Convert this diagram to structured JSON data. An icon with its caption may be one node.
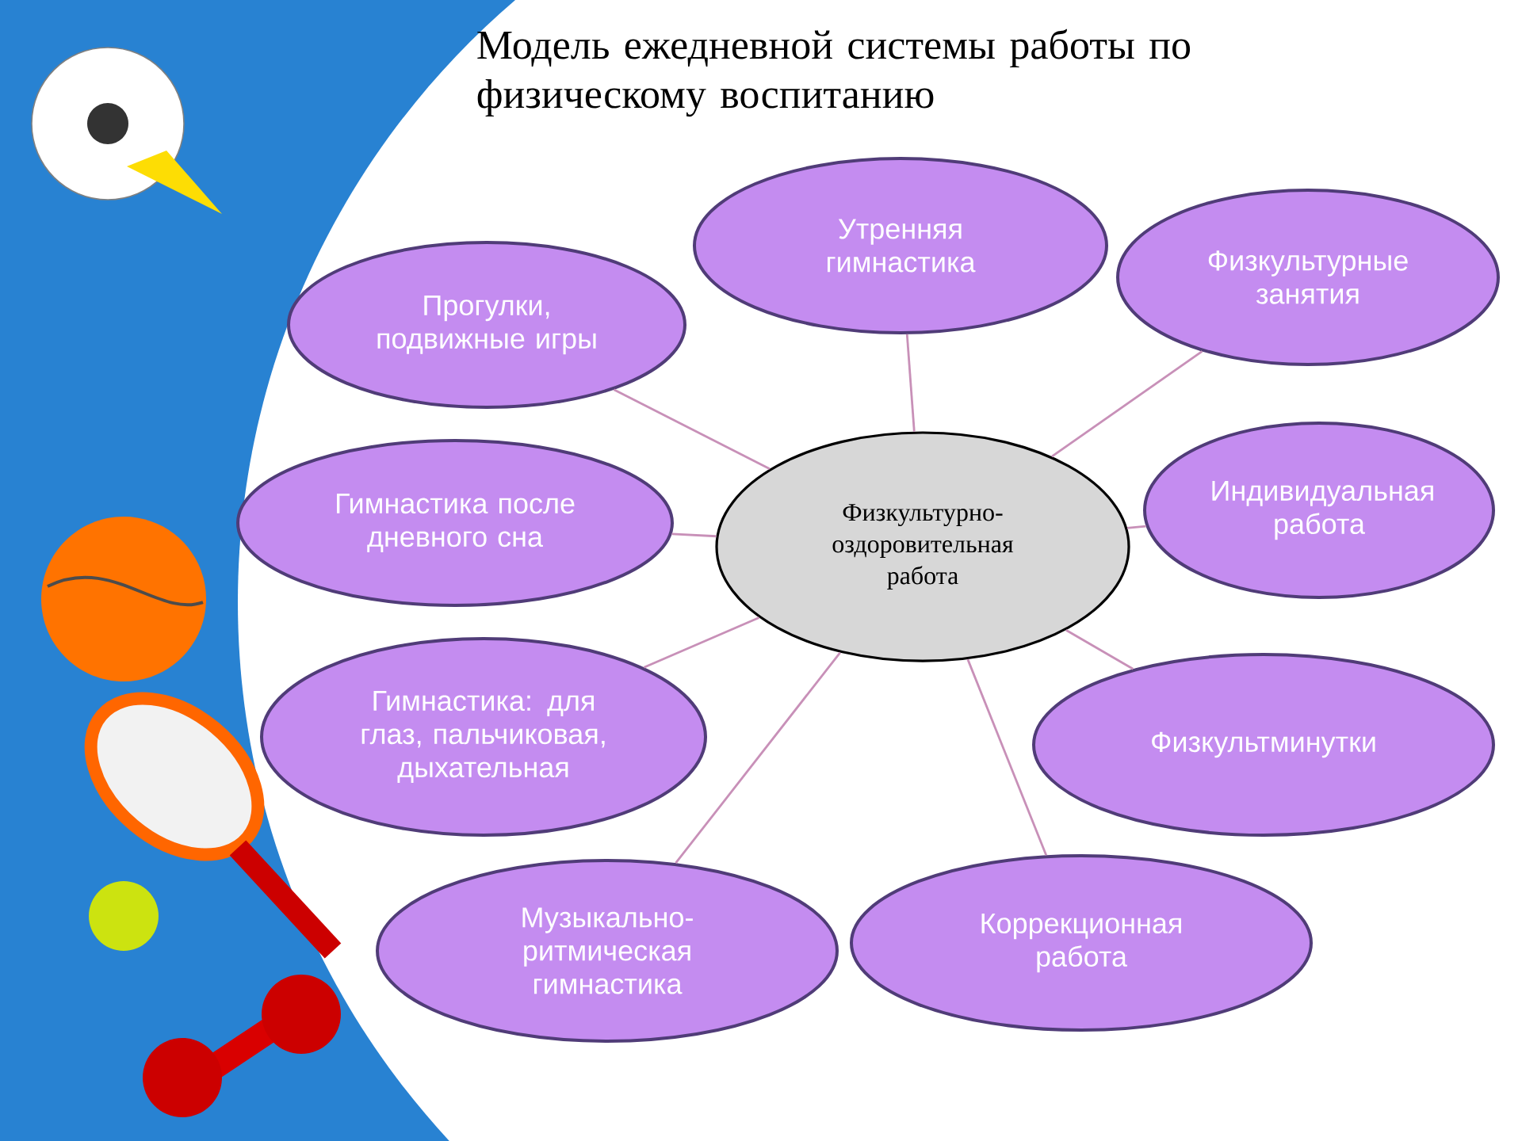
{
  "diagram": {
    "title": "Модель ежедневной системы работы по физическому воспитанию",
    "nodes": [
      {
        "text": [
          "Физкультурно-оздоровительная работа"
        ]
      },
      {
        "text": [
          "Утренняя гимнастика"
        ]
      },
      {
        "text": [
          "Физкультурные занятия"
        ]
      },
      {
        "text": [
          "Индивидуальная работа"
        ]
      },
      {
        "text": [
          "Физкультминутки"
        ]
      },
      {
        "text": [
          "Коррекционная работа"
        ]
      },
      {
        "text": [
          "Музыкально-ритмическая гимнастика"
        ]
      },
      {
        "text": [
          "Гимнастика: для глаз, пальчиковая, дыхательная"
        ]
      },
      {
        "text": [
          "Гимнастика после дневного сна"
        ]
      },
      {
        "text": [
          "Прогулки, подвижные игры"
        ]
      }
    ],
    "edges": [
      {
        "from": 0,
        "to": 1,
        "arrow": "none"
      },
      {
        "from": 0,
        "to": 2,
        "arrow": "none"
      },
      {
        "from": 0,
        "to": 3,
        "arrow": "none"
      },
      {
        "from": 0,
        "to": 4,
        "arrow": "none"
      },
      {
        "from": 0,
        "to": 5,
        "arrow": "none"
      },
      {
        "from": 0,
        "to": 6,
        "arrow": "none"
      },
      {
        "from": 0,
        "to": 7,
        "arrow": "none"
      },
      {
        "from": 0,
        "to": 8,
        "arrow": "none"
      },
      {
        "from": 0,
        "to": 9,
        "arrow": "none"
      }
    ]
  }
}
